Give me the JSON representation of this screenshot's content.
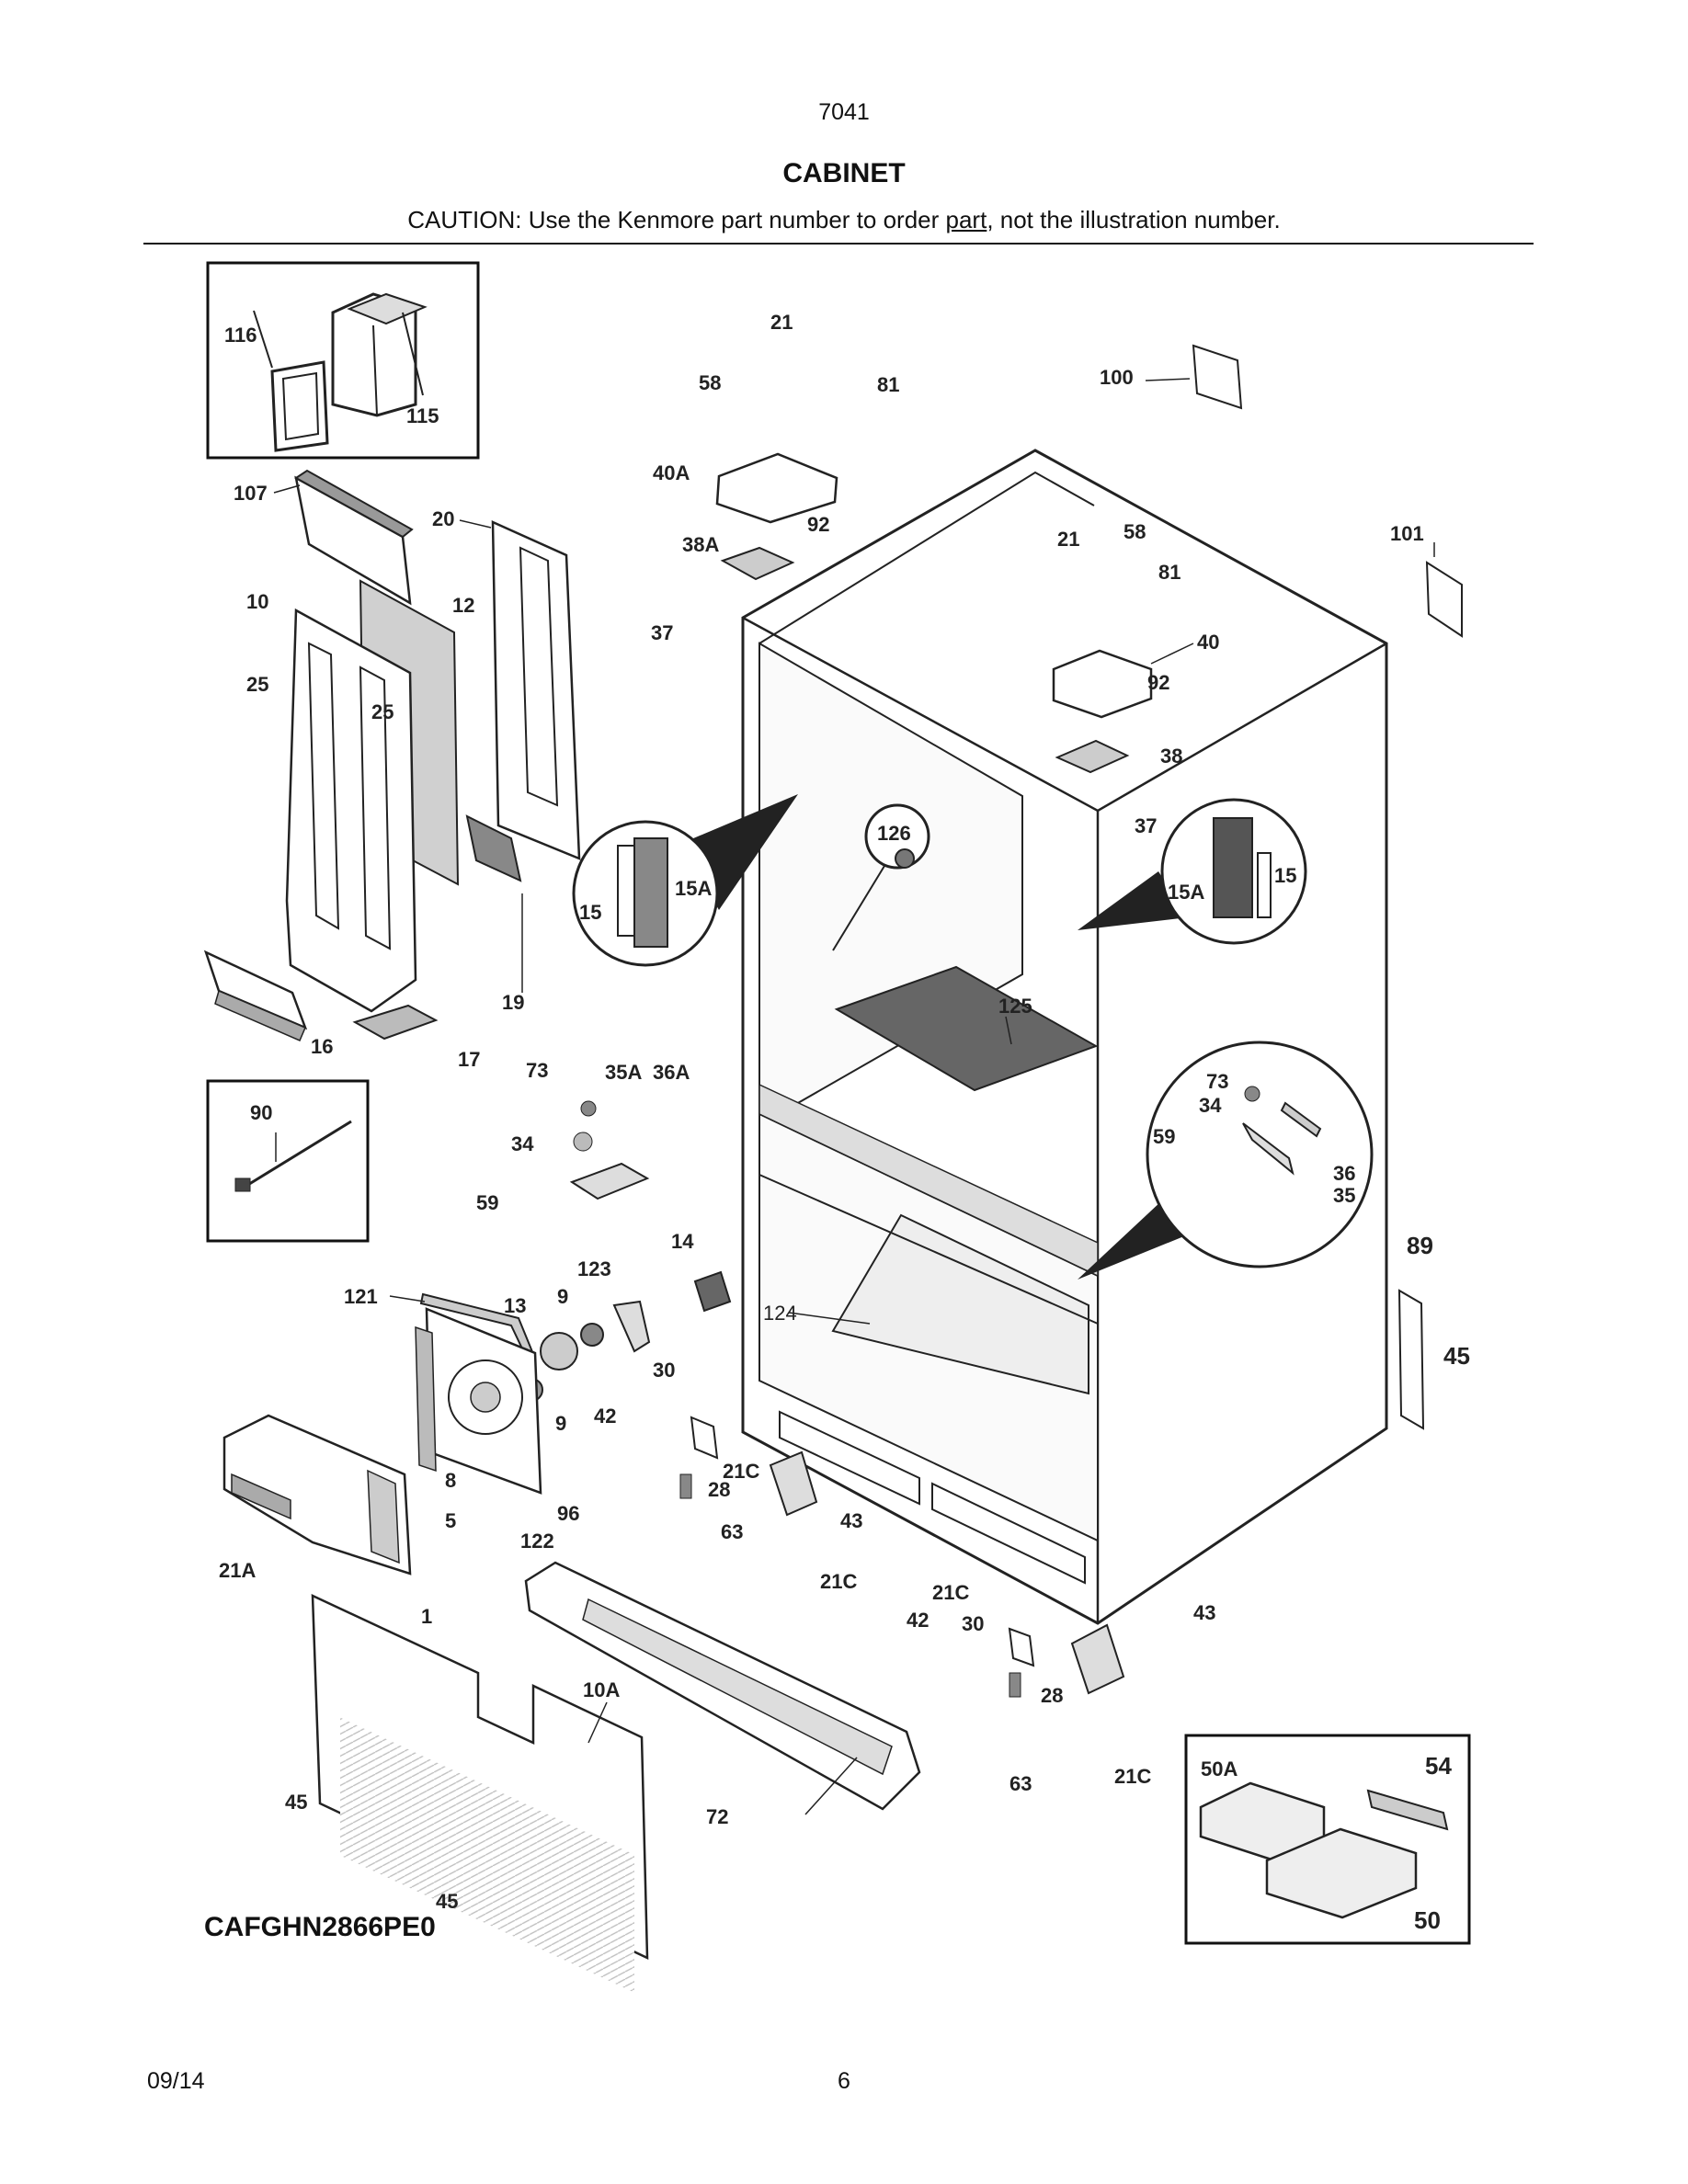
{
  "header": {
    "doc_number": "7041",
    "title": "CABINET",
    "caution_before": "CAUTION: Use the Kenmore part number to order ",
    "caution_underlined": "part",
    "caution_after": ", not the illustration number."
  },
  "model_number": "CAFGHN2866PE0",
  "footer": {
    "date": "09/14",
    "page": "6"
  },
  "callouts": {
    "c116": "116",
    "c115": "115",
    "c107": "107",
    "c20": "20",
    "c10": "10",
    "c12": "12",
    "c25a": "25",
    "c25b": "25",
    "c19": "19",
    "c16": "16",
    "c17": "17",
    "c15a_left": "15",
    "c15A_left": "15A",
    "c58a": "58",
    "c21a": "21",
    "c81a": "81",
    "c40A": "40A",
    "c92a": "92",
    "c38A": "38A",
    "c37a": "37",
    "c100": "100",
    "c101": "101",
    "c21b": "21",
    "c58b": "58",
    "c81b": "81",
    "c40": "40",
    "c92b": "92",
    "c38": "38",
    "c37b": "37",
    "c126": "126",
    "c15A_right": "15A",
    "c15_right": "15",
    "c125": "125",
    "c90": "90",
    "c73a": "73",
    "c35A": "35A",
    "c36A": "36A",
    "c34a": "34",
    "c59a": "59",
    "c73b": "73",
    "c34b": "34",
    "c59b": "59",
    "c36": "36",
    "c35": "35",
    "c14": "14",
    "c121": "121",
    "c13": "13",
    "c9a": "9",
    "c123": "123",
    "c124": "124",
    "c89": "89",
    "c45r": "45",
    "c30a": "30",
    "c9b": "9",
    "c42a": "42",
    "c21Ca": "21C",
    "c28a": "28",
    "c63a": "63",
    "c43a": "43",
    "c21Cb": "21C",
    "c8": "8",
    "c5": "5",
    "c96": "96",
    "c122": "122",
    "c21A": "21A",
    "c1": "1",
    "c21Cc": "21C",
    "c42b": "42",
    "c30b": "30",
    "c43b": "43",
    "c28b": "28",
    "c63b": "63",
    "c21Cd": "21C",
    "c10A": "10A",
    "c45a": "45",
    "c72": "72",
    "c45b": "45",
    "c50A": "50A",
    "c54": "54",
    "c50": "50"
  }
}
